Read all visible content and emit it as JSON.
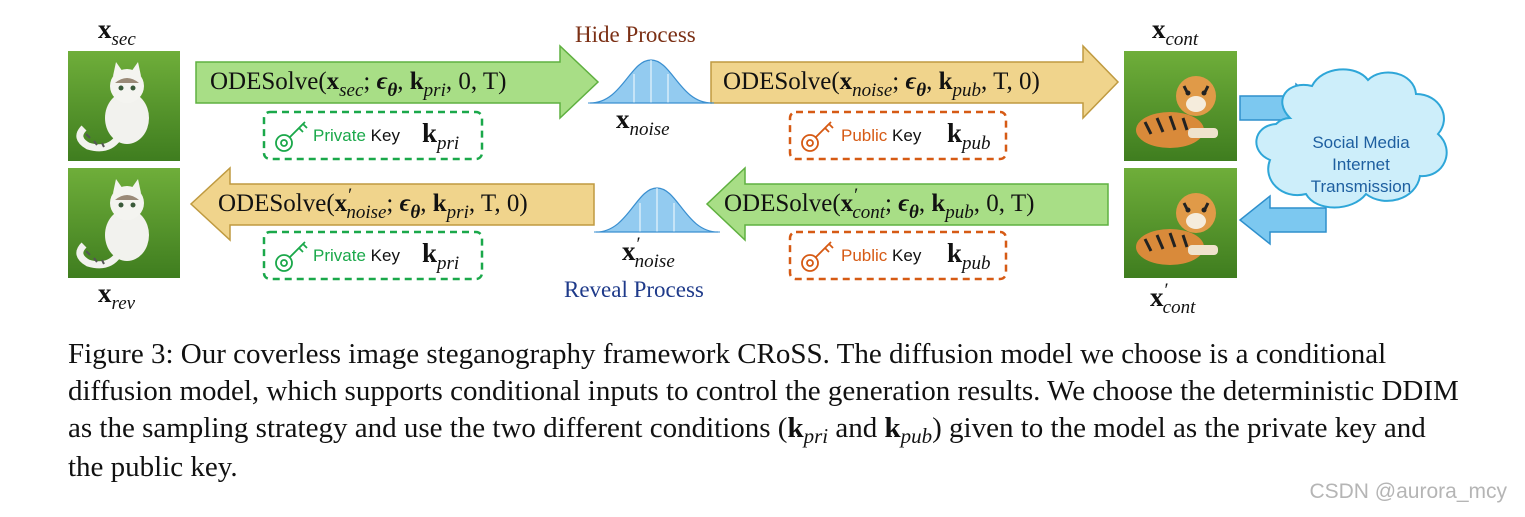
{
  "colors": {
    "green_fill": "#a8de86",
    "green_stroke": "#5fb040",
    "yellow_fill": "#f0d48c",
    "yellow_stroke": "#bf9a40",
    "private_key": "#1aa84a",
    "public_key": "#d65a14",
    "hide_title": "#7b2f14",
    "reveal_title": "#1e3a8a",
    "cloud_fill": "#cdeefa",
    "cloud_stroke": "#2ea6d8",
    "caption": "#111111",
    "watermark": "#b5b5b5"
  },
  "images": {
    "x_sec": {
      "sym": "x",
      "sub": "sec",
      "prime": "",
      "content": "cat-icon"
    },
    "x_rev": {
      "sym": "x",
      "sub": "rev",
      "prime": "",
      "content": "cat-icon"
    },
    "x_cont": {
      "sym": "x",
      "sub": "cont",
      "prime": "",
      "content": "tiger-icon"
    },
    "x_cont_p": {
      "sym": "x",
      "sub": "cont",
      "prime": "′",
      "content": "tiger-icon"
    }
  },
  "processes": {
    "hide_title": "Hide Process",
    "reveal_title": "Reveal Process"
  },
  "noise": {
    "top": {
      "sym": "x",
      "sub": "noise",
      "prime": ""
    },
    "bottom": {
      "sym": "x",
      "sub": "noise",
      "prime": "′"
    }
  },
  "arrows": {
    "a1": {
      "fn": "ODESolve(",
      "x": "x",
      "xsub": "sec",
      "xprime": "",
      "eps": "ϵ",
      "theta": "θ",
      "k": "k",
      "ksub": "pri",
      "tail": ", 0, T)"
    },
    "a2": {
      "fn": "ODESolve(",
      "x": "x",
      "xsub": "noise",
      "xprime": "",
      "eps": "ϵ",
      "theta": "θ",
      "k": "k",
      "ksub": "pub",
      "tail": ", T, 0)"
    },
    "a3": {
      "fn": "ODESolve(",
      "x": "x",
      "xsub": "noise",
      "xprime": "′",
      "eps": "ϵ",
      "theta": "θ",
      "k": "k",
      "ksub": "pri",
      "tail": ", T, 0)"
    },
    "a4": {
      "fn": "ODESolve(",
      "x": "x",
      "xsub": "cont",
      "xprime": "′",
      "eps": "ϵ",
      "theta": "θ",
      "k": "k",
      "ksub": "pub",
      "tail": ", 0, T)"
    }
  },
  "keys": {
    "private_word": "Private",
    "public_word": "Public",
    "key_word": "Key",
    "k": "k",
    "pri": "pri",
    "pub": "pub",
    "icon": "key-icon"
  },
  "cloud": {
    "line1": "Social Media",
    "line2": "Internet",
    "line3": "Transmission"
  },
  "caption": {
    "text": "Figure 3: Our coverless image steganography framework CRoSS. The diffusion model we choose is a conditional diffusion model, which supports conditional inputs to control the generation results. We choose the deterministic DDIM as the sampling strategy and use the two different conditions (",
    "k1": "k",
    "k1sub": "pri",
    "mid": " and ",
    "k2": "k",
    "k2sub": "pub",
    "end": ") given to the model as the private key and the public key."
  },
  "watermark": "CSDN @aurora_mcy"
}
